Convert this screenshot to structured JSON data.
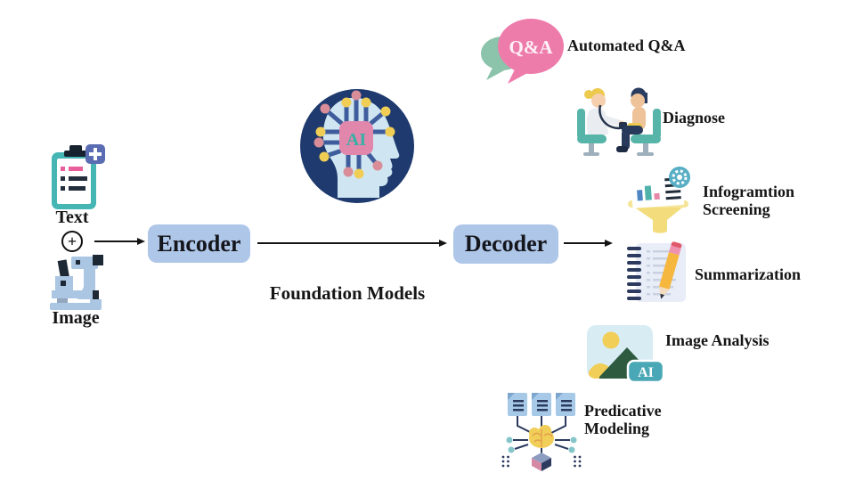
{
  "figure": {
    "inputs": {
      "text_label": "Text",
      "combine_symbol": "+",
      "image_label": "Image"
    },
    "flow": {
      "encoder_label": "Encoder",
      "decoder_label": "Decoder",
      "caption": "Foundation Models"
    },
    "badges": {
      "qa_bubble": "Q&A",
      "ai_chip": "AI",
      "image_ai": "AI"
    },
    "outputs": [
      {
        "label": "Automated Q&A",
        "icon": "qa-speech-bubbles-icon"
      },
      {
        "label": "Diagnose",
        "icon": "doctor-patient-icon"
      },
      {
        "label": "Infogramtion Screening",
        "icon": "funnel-screening-icon"
      },
      {
        "label": "Summarization",
        "icon": "notebook-pencil-icon"
      },
      {
        "label": "Image Analysis",
        "icon": "image-analysis-icon"
      },
      {
        "label": "Predicative Modeling",
        "icon": "predictive-modeling-icon"
      }
    ],
    "colors": {
      "box_fill": "#aec6e8",
      "arrow": "#141414",
      "bubble_pink": "#ee7cab",
      "bubble_green": "#8cc3ab",
      "clipboard_teal": "#45b6b4",
      "navy_circle": "#1e3a6e",
      "chip_pink": "#e287ac",
      "funnel_yellow": "#f2dc7c",
      "badge_teal": "#49a7b6",
      "doc_blue": "#a6c9e8"
    }
  }
}
